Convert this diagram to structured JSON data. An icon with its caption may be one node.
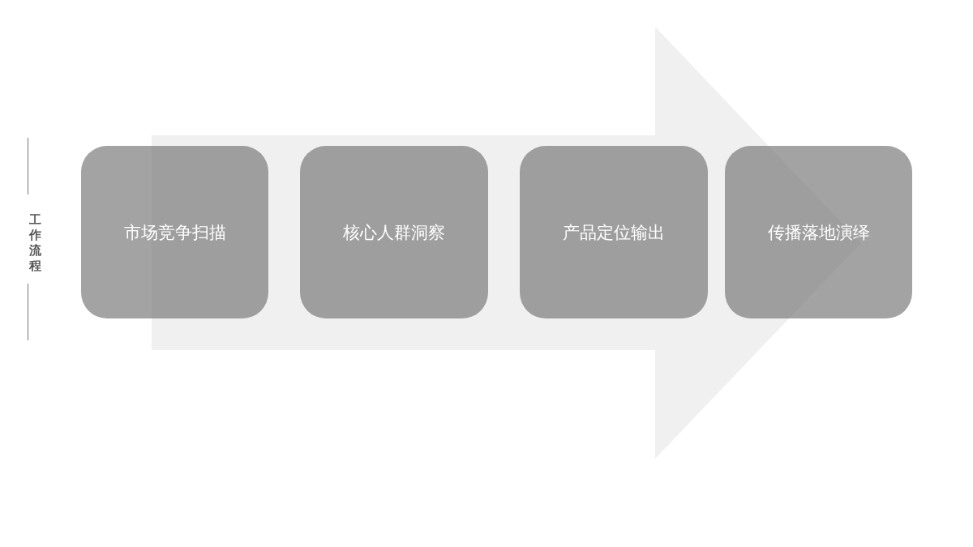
{
  "diagram": {
    "title": "工作流程",
    "nodes": [
      {
        "text": [
          "市场竞争扫描"
        ]
      },
      {
        "text": [
          "核心人群洞察"
        ]
      },
      {
        "text": [
          "产品定位输出"
        ]
      },
      {
        "text": [
          "传播落地演绎"
        ]
      }
    ],
    "edges": [
      {
        "from": 0,
        "to": 3,
        "arrow": "to"
      }
    ]
  }
}
